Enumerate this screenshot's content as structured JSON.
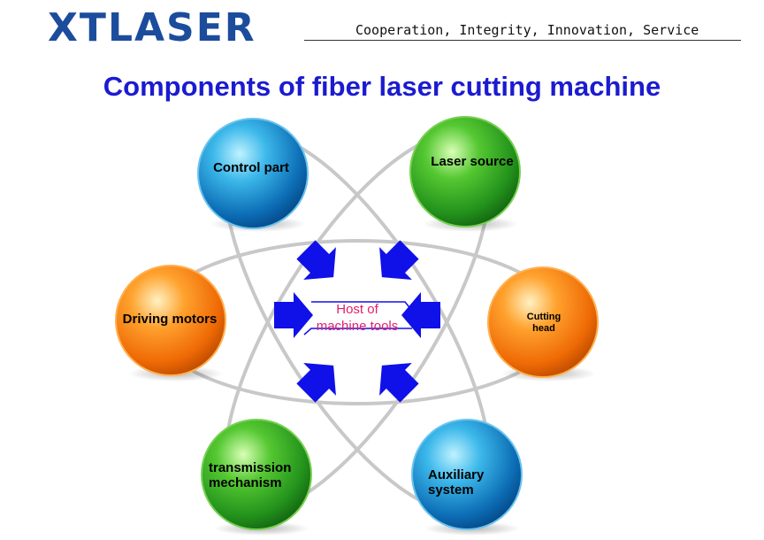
{
  "header": {
    "logo": "XTLASER",
    "slogan": "Cooperation, Integrity, Innovation, Service"
  },
  "title": "Components of fiber laser cutting machine",
  "center": {
    "line1": "Host of",
    "line2": "machine tools"
  },
  "components": [
    {
      "id": "control-part",
      "label": "Control part",
      "color": "blue"
    },
    {
      "id": "laser-source",
      "label": "Laser source",
      "color": "green"
    },
    {
      "id": "driving-motors",
      "label": "Driving motors",
      "color": "orange"
    },
    {
      "id": "cutting-head",
      "label": "Cutting head",
      "color": "orange"
    },
    {
      "id": "transmission-mechanism",
      "label": "transmission mechanism",
      "color": "green"
    },
    {
      "id": "auxiliary-system",
      "label": "Auxiliary system",
      "color": "blue"
    }
  ],
  "colors": {
    "title": "#1b1bd0",
    "logo": "#1c4c9c",
    "arrows": "#1010e8",
    "center_text": "#e0206a",
    "orbit": "#c8c8c8"
  }
}
